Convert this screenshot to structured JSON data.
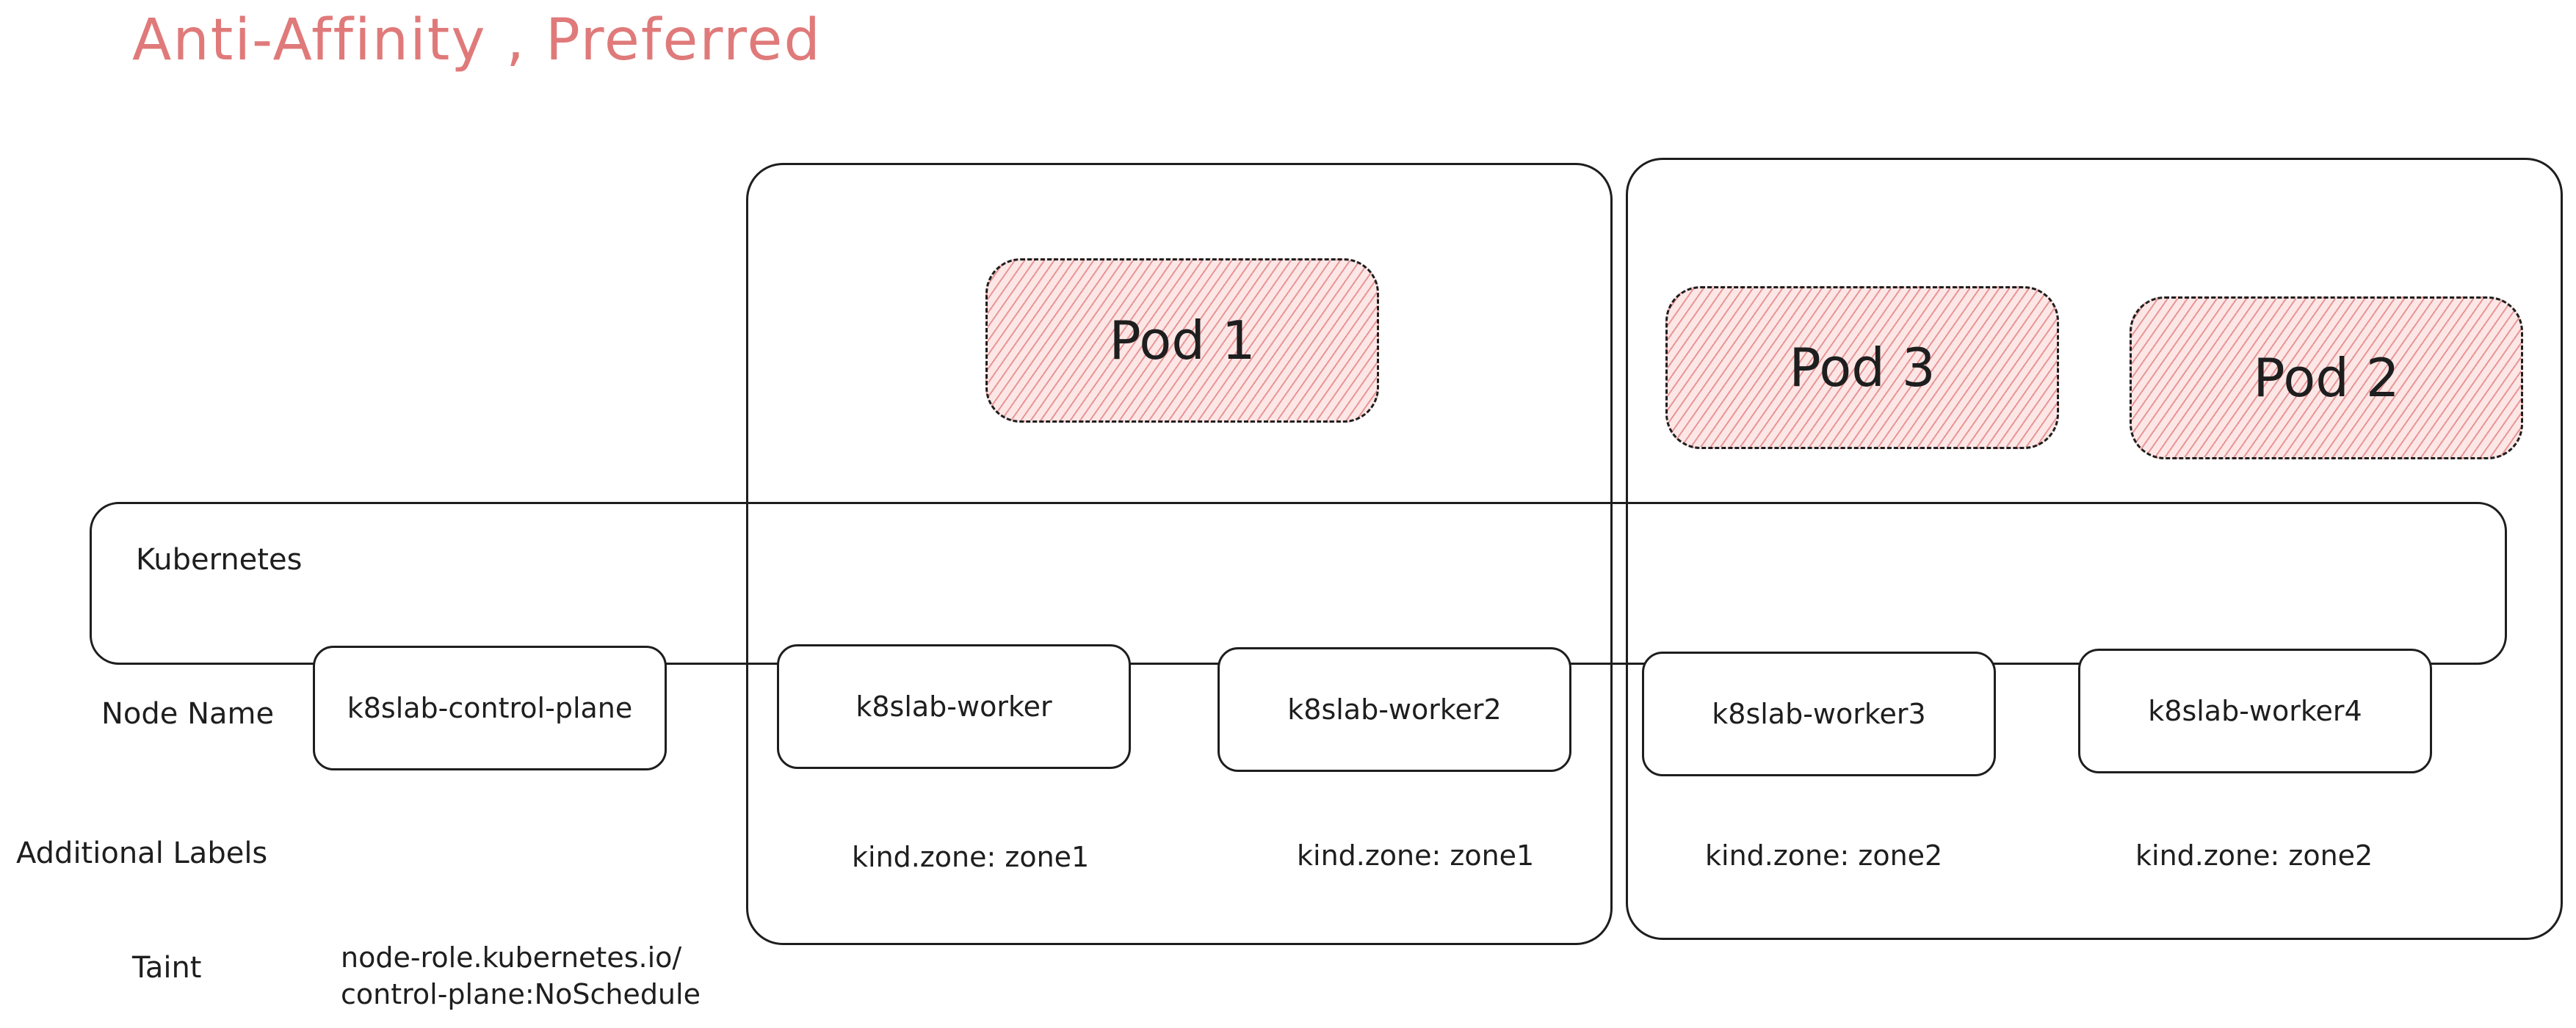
{
  "title": "Anti-Affinity , Preferred",
  "cluster": {
    "label": "Kubernetes"
  },
  "row_labels": {
    "node_name": "Node Name",
    "additional_labels": "Additional Labels",
    "taint": "Taint"
  },
  "nodes": [
    {
      "name": "k8slab-control-plane",
      "label": "",
      "taint_line1": "node-role.kubernetes.io/",
      "taint_line2": "control-plane:NoSchedule"
    },
    {
      "name": "k8slab-worker",
      "label": "kind.zone: zone1"
    },
    {
      "name": "k8slab-worker2",
      "label": "kind.zone: zone1"
    },
    {
      "name": "k8slab-worker3",
      "label": "kind.zone: zone2"
    },
    {
      "name": "k8slab-worker4",
      "label": "kind.zone: zone2"
    }
  ],
  "pods": [
    {
      "name": "Pod 1"
    },
    {
      "name": "Pod 3"
    },
    {
      "name": "Pod 2"
    }
  ],
  "colors": {
    "title": "#e07a7a",
    "pod_fill": "#fde6e6",
    "stroke": "#1e1e1e"
  }
}
